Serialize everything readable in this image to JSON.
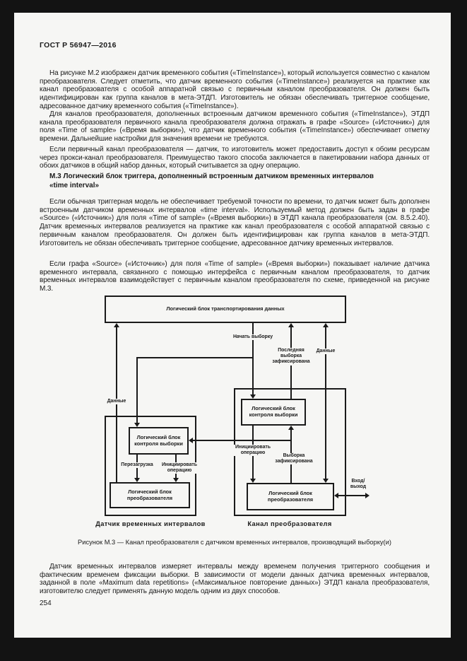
{
  "header": {
    "title": "ГОСТ Р 56947—2016"
  },
  "footer": {
    "page_number": "254"
  },
  "paragraphs": {
    "p1": "На рисунке М.2 изображен датчик временного события («TimeInstance»), который используется совместно с каналом преобразователя. Следует отметить, что датчик временного события («TimeInstance») реализуется на практике как канал преобразователя с особой аппаратной связью с первичным каналом преобразователя. Он должен быть идентифицирован как группа каналов в мета-ЭТДП. Изготовитель не обязан обеспечивать триггерное сообщение, адресованное датчику временного события («TimeInstance»).",
    "p2": "Для каналов преобразователя, дополненных встроенным датчиком временного события («TimeInstance»), ЭТДП канала преобразователя первичного канала преобразователя должна отражать в графе «Source» («Источник») для поля «Time of sample» («Время выборки»), что датчик временного события («TimeInstance») обеспечивает отметку времени. Дальнейшие настройки для значения времени не требуются.",
    "p3": "Если первичный канал преобразователя — датчик, то изготовитель может предоставить доступ к обоим ресурсам через прокси-канал преобразователя. Преимущество такого способа заключается в пакетировании набора данных от обоих датчиков в общий набор данных, который считывается за одну операцию.",
    "p4": "Если обычная триггерная модель не обеспечивает требуемой точности по времени, то датчик может быть дополнен встроенным датчиком временных интервалов «time interval». Используемый метод должен быть задан в графе «Source» («Источник») для поля «Time of sample» («Время выборки») в ЭТДП канала преобразователя (см. 8.5.2.40). Датчик временных интервалов реализуется на практике как канал преобразователя с особой аппаратной связью с первичным каналом преобразователя. Он должен быть идентифицирован как группа каналов в мета-ЭТДП. Изготовитель не обязан обеспечивать триггерное сообщение, адресованное датчику временных интервалов.",
    "p5": "Если графа «Source» («Источник») для поля «Time of sample» («Время выборки») показывает наличие датчика временного интервала, связанного с помощью интерфейса с первичным каналом преобразователя, то датчик временных интервалов взаимодействует с первичным каналом преобразователя по схеме, приведенной на рисунке М.3.",
    "p6": "Датчик временных интервалов измеряет интервалы между временем получения триггерного сообщения и фактическим временем фиксации выборки. В зависимости от модели данных датчика временных интервалов, заданной в поле «Maximum data repetitions» («Максимальное повторение данных») ЭТДП канала преобразователя, изготовителю следует применять данную модель одним из двух способов."
  },
  "heading_m3": {
    "line1": "М.3 Логический блок триггера, дополненный встроенным датчиком временных интервалов",
    "line2": "«time interval»"
  },
  "figure": {
    "caption": "Рисунок М.3 — Канал преобразователя с датчиком временных интервалов, производящий выборку(и)"
  },
  "diagram": {
    "transport_block": "Логический блок транспортирования данных",
    "left_container": {
      "caption": "Датчик временных интервалов",
      "control_block": "Логический блок контроля выборки",
      "transducer_block": "Логический блок преобразователя"
    },
    "right_container": {
      "caption": "Канал преобразователя",
      "control_block": "Логический блок контроля выборки",
      "transducer_block": "Логический блок преобразователя"
    },
    "signals": {
      "start_sample": "Начать выборку",
      "last_sample_fixed": "Последняя выборка зафиксирована",
      "data_right": "Данные",
      "data_left": "Данные",
      "reload": "Перезагрузка",
      "initiate_left": "Инициировать операцию",
      "initiate_right": "Инициировать операцию",
      "sample_fixed": "Выборка зафиксирована",
      "io_line1": "Вход/",
      "io_line2": "выход"
    }
  }
}
